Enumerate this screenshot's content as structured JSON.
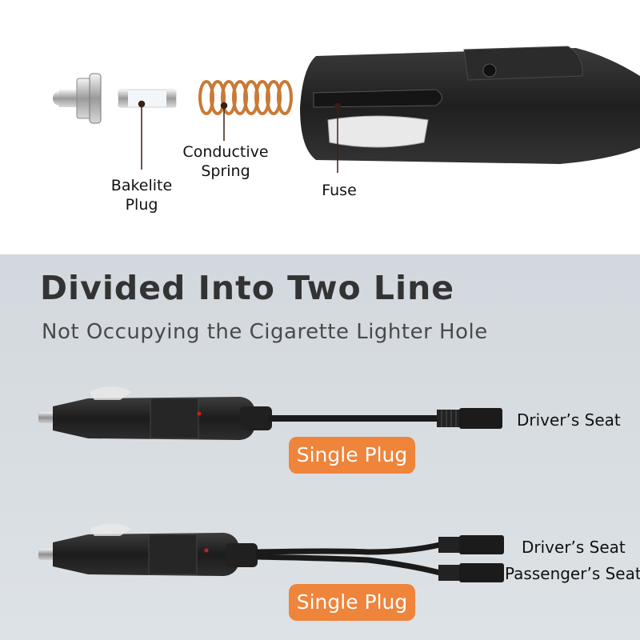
{
  "parts": {
    "bakelite_plug": "Bakelite\nPlug",
    "conductive_spring": "Conductive\nSpring",
    "fuse": "Fuse"
  },
  "headline": {
    "title": "Divided Into Two Line",
    "subtitle": "Not Occupying the Cigarette Lighter Hole"
  },
  "variants": [
    {
      "badge": "Single Plug",
      "outputs": [
        "Driver’s Seat"
      ]
    },
    {
      "badge": "Single Plug",
      "outputs": [
        "Driver’s Seat",
        "Passenger’s Seat"
      ]
    }
  ],
  "colors": {
    "accent": "#ef843b",
    "background_bottom": "#d5dbe0",
    "spring": "#c97a35",
    "plug_body": "#2a2a2a"
  }
}
